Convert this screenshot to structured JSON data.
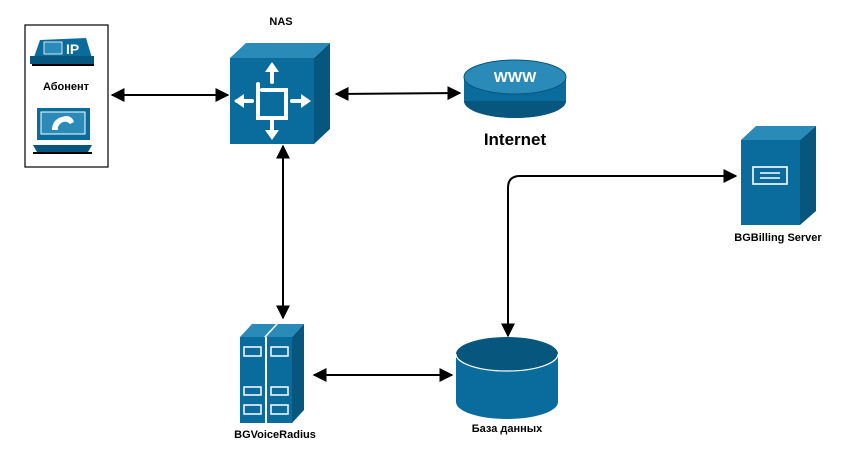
{
  "nodes": {
    "subscriber": {
      "label": "Абонент",
      "icon": "ip-phone-icon"
    },
    "nas": {
      "label": "NAS",
      "icon": "router-switch-icon"
    },
    "internet": {
      "label": "Internet",
      "badge": "WWW",
      "icon": "cloud-cylinder-icon"
    },
    "billing_server": {
      "label": "BGBilling Server",
      "icon": "server-tower-icon"
    },
    "radius": {
      "label": "BGVoiceRadius",
      "icon": "server-rack-icon"
    },
    "database": {
      "label": "База данных",
      "icon": "database-icon"
    }
  },
  "colors": {
    "device_fill": "#0a6c9c",
    "device_dark": "#06567d",
    "device_light": "#2a8bb8",
    "line": "#000000"
  }
}
